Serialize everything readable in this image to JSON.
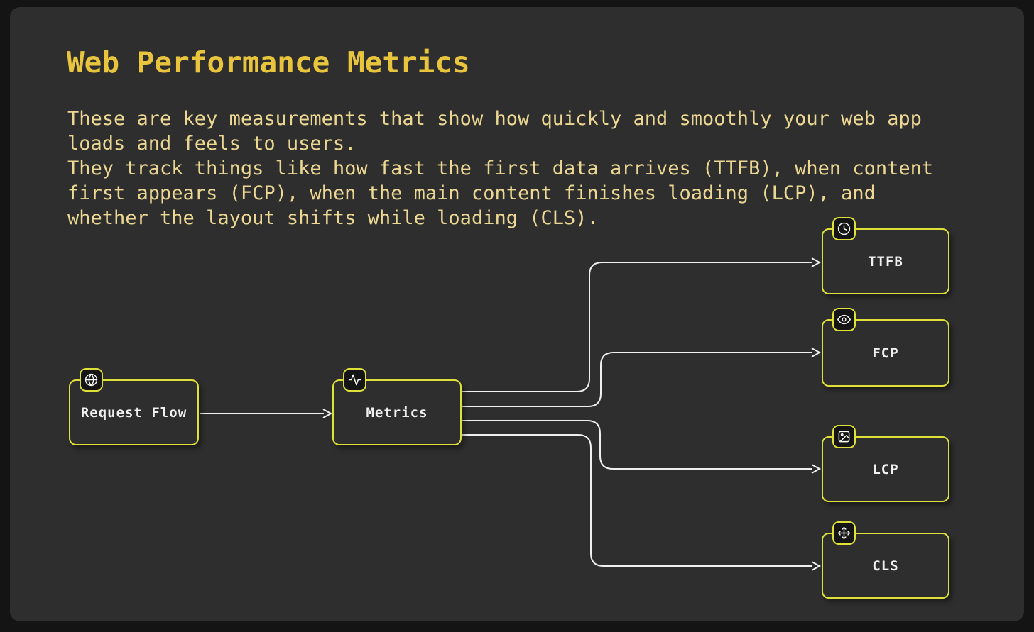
{
  "page": {
    "title": "Web Performance Metrics",
    "description_lines": [
      "These are key measurements that show how quickly and smoothly your web app",
      "loads and feels to users.",
      "They track things like how fast the first data arrives (TTFB), when content",
      "first appears (FCP), when the main content finishes loading (LCP), and",
      "whether the layout shifts while loading (CLS)."
    ]
  },
  "colors": {
    "outer_background": "#141414",
    "panel_background": "#2e2e2e",
    "title": "#e9c53e",
    "body_text": "#ecd893",
    "node_border": "#dfe138",
    "node_text": "#f0f0f0",
    "edge": "#f0f0f0",
    "badge_background": "#151515"
  },
  "diagram": {
    "nodes": [
      {
        "id": "request-flow",
        "label": "Request Flow",
        "icon": "globe-icon"
      },
      {
        "id": "metrics",
        "label": "Metrics",
        "icon": "activity-icon"
      },
      {
        "id": "ttfb",
        "label": "TTFB",
        "icon": "clock-icon"
      },
      {
        "id": "fcp",
        "label": "FCP",
        "icon": "eye-icon"
      },
      {
        "id": "lcp",
        "label": "LCP",
        "icon": "image-icon"
      },
      {
        "id": "cls",
        "label": "CLS",
        "icon": "move-icon"
      }
    ],
    "edges": [
      {
        "from": "request-flow",
        "to": "metrics"
      },
      {
        "from": "metrics",
        "to": "ttfb"
      },
      {
        "from": "metrics",
        "to": "fcp"
      },
      {
        "from": "metrics",
        "to": "lcp"
      },
      {
        "from": "metrics",
        "to": "cls"
      }
    ]
  }
}
